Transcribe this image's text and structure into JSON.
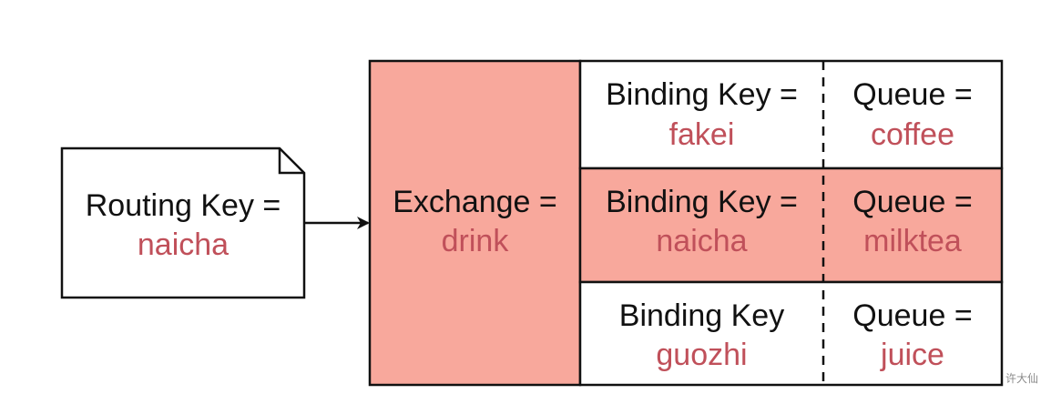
{
  "routing": {
    "label": "Routing Key =",
    "value": "naicha"
  },
  "exchange": {
    "label": "Exchange =",
    "value": "drink"
  },
  "bindings": [
    {
      "binding_label": "Binding Key =",
      "binding_value": "fakei",
      "queue_label": "Queue =",
      "queue_value": "coffee",
      "highlighted": false
    },
    {
      "binding_label": "Binding Key =",
      "binding_value": "naicha",
      "queue_label": "Queue =",
      "queue_value": "milktea",
      "highlighted": true
    },
    {
      "binding_label": "Binding Key",
      "binding_value": "guozhi",
      "queue_label": "Queue =",
      "queue_value": "juice",
      "highlighted": false
    }
  ],
  "watermark": "许大仙",
  "colors": {
    "highlight_fill": "#f8a89c",
    "value_text": "#c0505a",
    "label_text": "#111111",
    "stroke": "#111111"
  }
}
